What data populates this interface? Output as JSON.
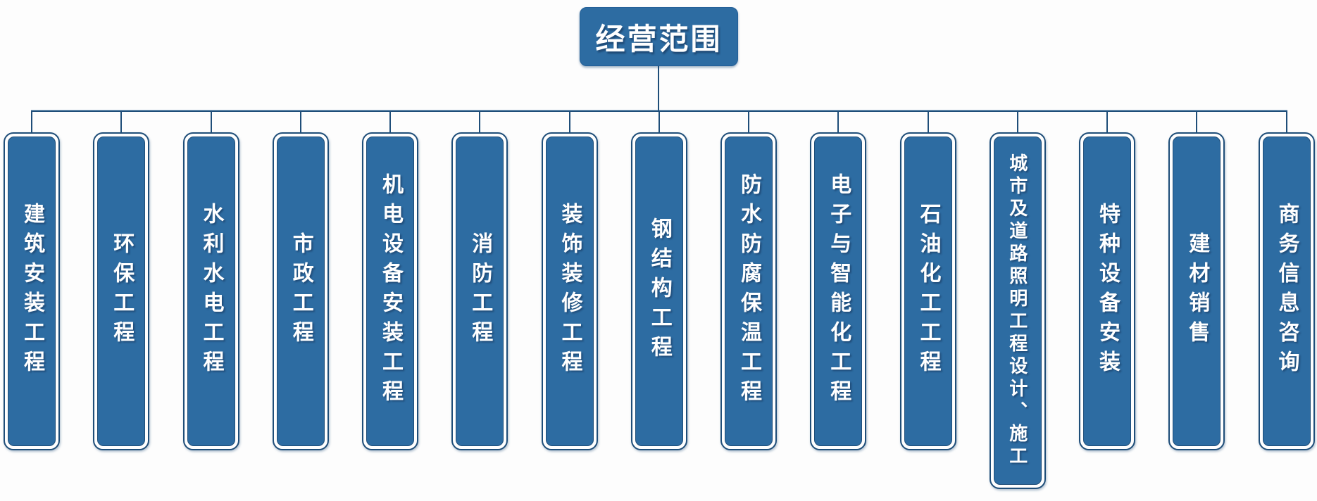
{
  "root": {
    "label": "经营范围"
  },
  "branches": [
    {
      "label": "建筑安装工程"
    },
    {
      "label": "环保工程"
    },
    {
      "label": "水利水电工程"
    },
    {
      "label": "市政工程"
    },
    {
      "label": "机电设备安装工程"
    },
    {
      "label": "消防工程"
    },
    {
      "label": "装饰装修工程"
    },
    {
      "label": "钢结构工程"
    },
    {
      "label": "防水防腐保温工程"
    },
    {
      "label": "电子与智能化工程"
    },
    {
      "label": "石油化工工程"
    },
    {
      "label": "城市及道路照明工程设计、施工"
    },
    {
      "label": "特种设备安装"
    },
    {
      "label": "建材销售"
    },
    {
      "label": "商务信息咨询"
    }
  ],
  "colors": {
    "node_fill": "#2d6ca2",
    "node_border": "#1f4e79",
    "connector_line": "#1f4e79",
    "node_text": "#ffffff",
    "background": "#fdfdfd"
  }
}
